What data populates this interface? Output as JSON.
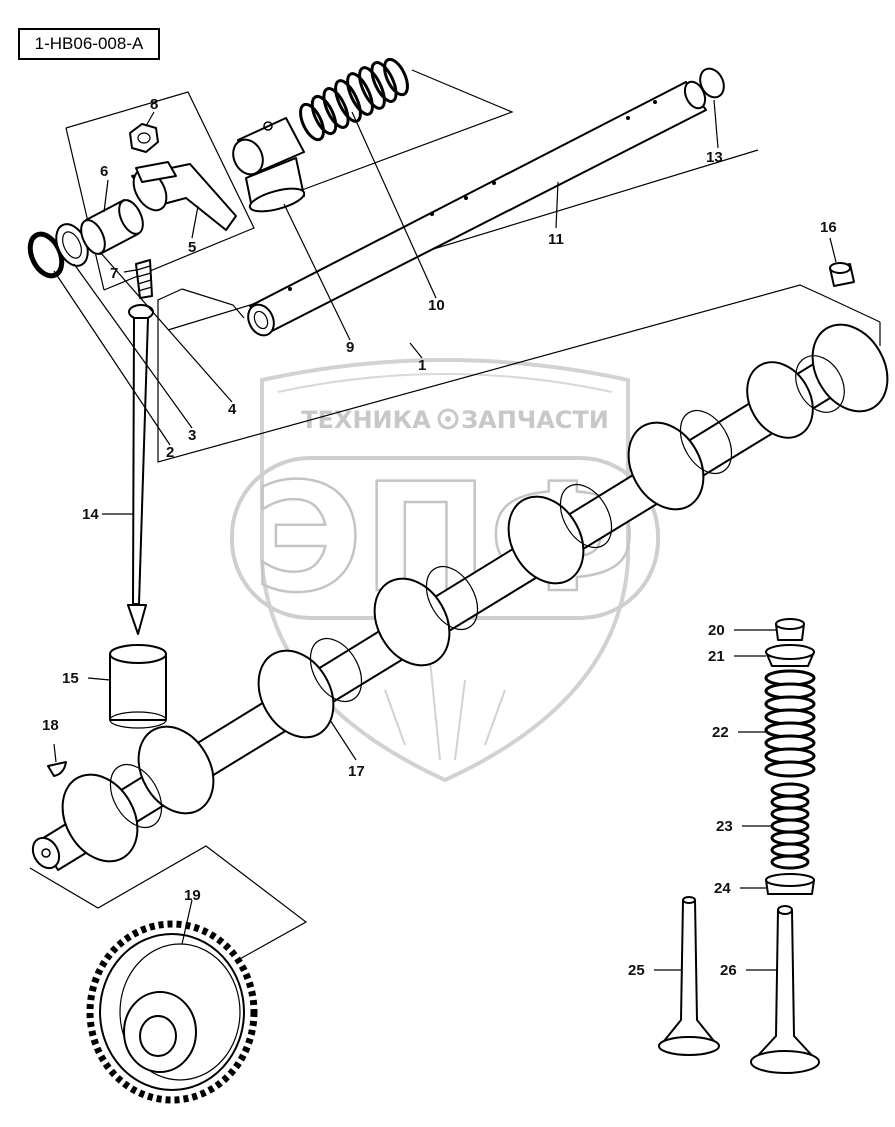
{
  "drawing_ref": "1-HB06-008-A",
  "watermark": {
    "left_text": "ТЕХНИКА",
    "right_text": "ЗАПЧАСТИ",
    "monogram": "ЭПФ"
  },
  "callouts": [
    "1",
    "2",
    "3",
    "4",
    "5",
    "6",
    "7",
    "8",
    "9",
    "10",
    "11",
    "13",
    "14",
    "15",
    "16",
    "17",
    "18",
    "19",
    "20",
    "21",
    "22",
    "23",
    "24",
    "25",
    "26"
  ]
}
